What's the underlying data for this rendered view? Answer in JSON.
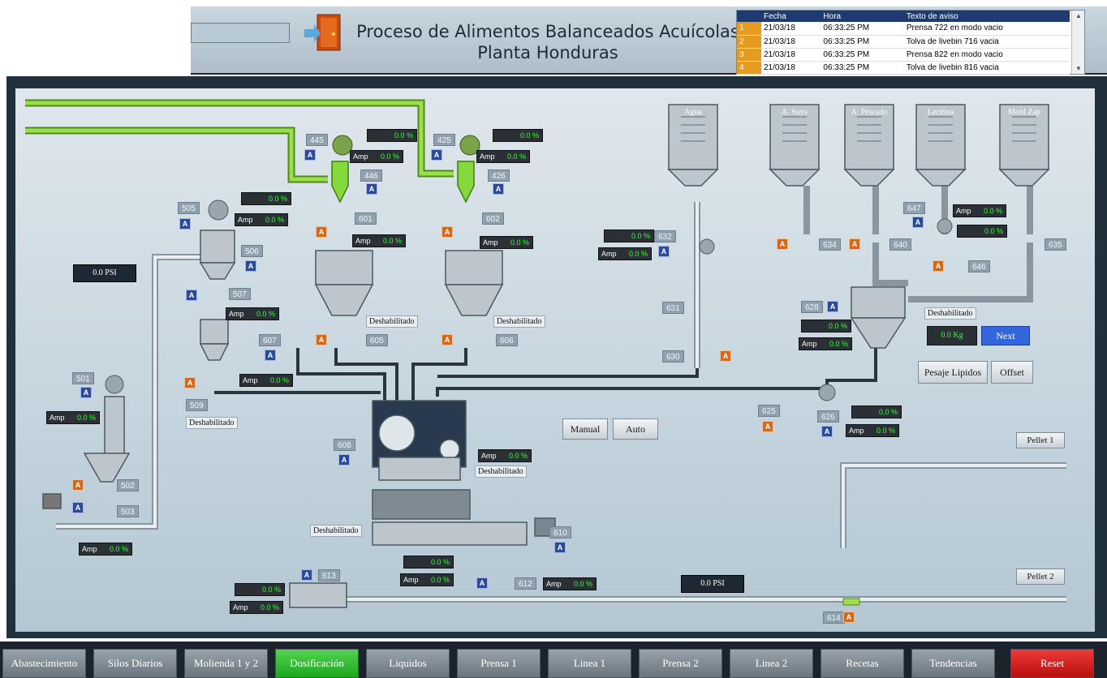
{
  "header": {
    "title_line1": "Proceso de Alimentos Balanceados Acuícolas",
    "title_line2": "Planta Honduras"
  },
  "alarms": {
    "columns": [
      "",
      "Fecha",
      "Hora",
      "Texto de aviso"
    ],
    "rows": [
      {
        "n": "1",
        "fecha": "21/03/18",
        "hora": "06:33:25 PM",
        "texto": "Prensa 722 en modo vacio"
      },
      {
        "n": "2",
        "fecha": "21/03/18",
        "hora": "06:33:25 PM",
        "texto": "Tolva de livebin 716 vacia"
      },
      {
        "n": "3",
        "fecha": "21/03/18",
        "hora": "06:33:25 PM",
        "texto": "Prensa 822 en modo vacio"
      },
      {
        "n": "4",
        "fecha": "21/03/18",
        "hora": "06:33:25 PM",
        "texto": "Tolva de livebin 816 vacia"
      }
    ]
  },
  "tanks": {
    "agua": "Agua",
    "soya": "A. Soya",
    "pescado": "A. Pescado",
    "lecitina": "Lecitina",
    "moldzap": "Mold Zap"
  },
  "tags": {
    "t445": "445",
    "t446": "446",
    "t425": "425",
    "t426": "426",
    "t601": "601",
    "t602": "602",
    "t505": "505",
    "t506": "506",
    "t507": "507",
    "t509": "509",
    "t607": "607",
    "t605": "605",
    "t606": "606",
    "t501": "501",
    "t502": "502",
    "t503": "503",
    "t608": "608",
    "t610": "610",
    "t612": "612",
    "t613": "613",
    "t632": "632",
    "t631": "631",
    "t630": "630",
    "t625": "625",
    "t626": "626",
    "t614": "614",
    "t634": "634",
    "t640": "640",
    "t647": "647",
    "t646": "646",
    "t635": "635",
    "t628": "628"
  },
  "a_label": "A",
  "pct_value": "0.0 %",
  "amp_label": "Amp",
  "amp_value": "0.0 %",
  "psi_value": "0.0 PSI",
  "disabled_label": "Deshabilitado",
  "controls": {
    "manual": "Manual",
    "auto": "Auto",
    "kg": "0.0 Kg",
    "next": "Next",
    "pesaje": "Pesaje Lipidos",
    "offset": "Offset",
    "pellet1": "Pellet 1",
    "pellet2": "Pellet 2"
  },
  "nav": [
    "Abastecimiento",
    "Silos Diarios",
    "Molienda 1 y 2",
    "Dosificación",
    "Liquidos",
    "Prensa 1",
    "Linea 1",
    "Prensa 2",
    "Linea 2",
    "Recetas",
    "Tendencias",
    "Reset"
  ],
  "colors": {
    "active": "#22aa22",
    "reset": "#d01a1a",
    "pipe_green": "#9be04a",
    "display_green": "#35ff35"
  }
}
